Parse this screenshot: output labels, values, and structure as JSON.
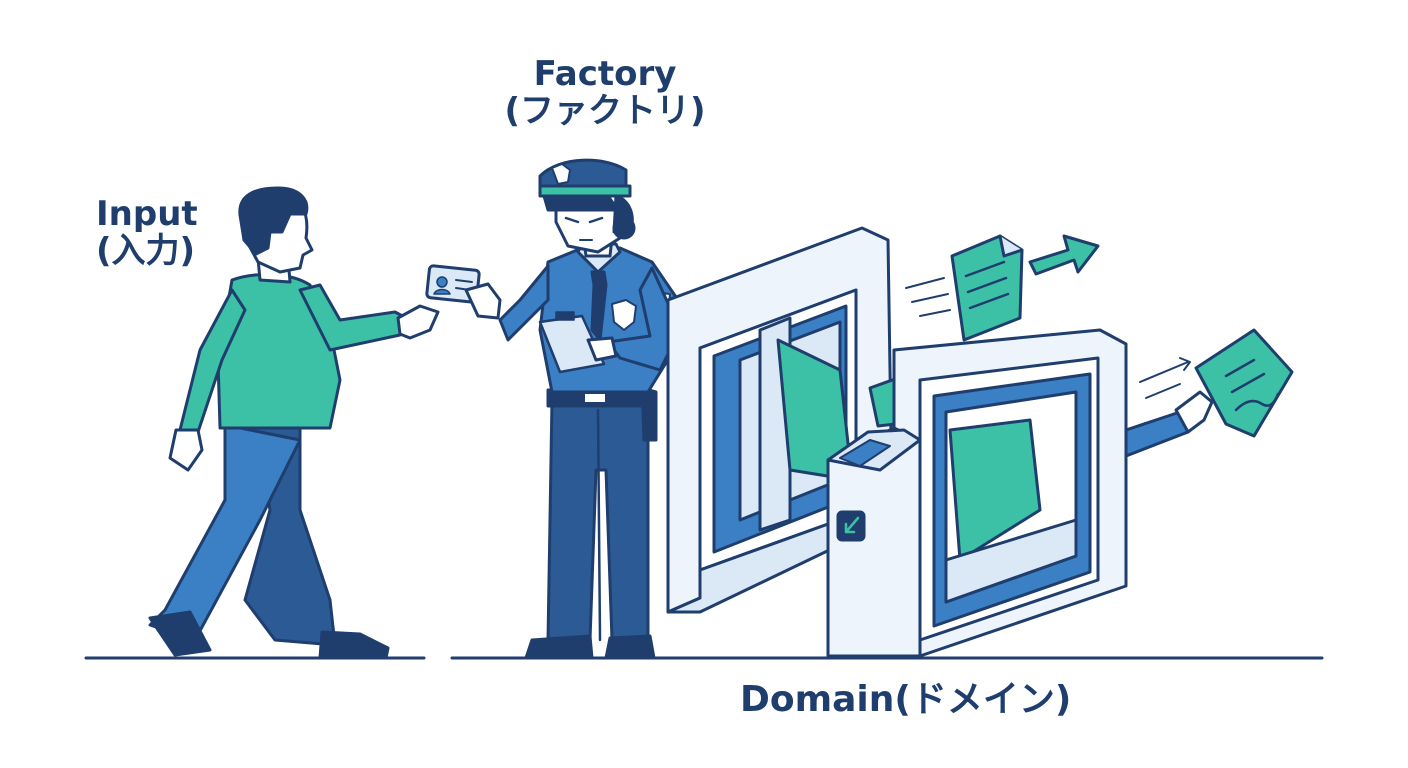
{
  "labels": {
    "input_en": "Input",
    "input_ja": "(入力)",
    "factory_en": "Factory",
    "factory_ja": "(ファクトリ)",
    "domain": "Domain(ドメイン)"
  },
  "colors": {
    "outline": "#1f3e6e",
    "teal": "#3cc0a6",
    "blue": "#3b7fc4",
    "navy": "#2c5a94",
    "light": "#dbe9f7",
    "pale": "#eef4fb"
  },
  "icons": [
    "id-card-icon",
    "document-icon",
    "arrow-right-icon",
    "badge-icon",
    "scanner-arrow-icon"
  ]
}
